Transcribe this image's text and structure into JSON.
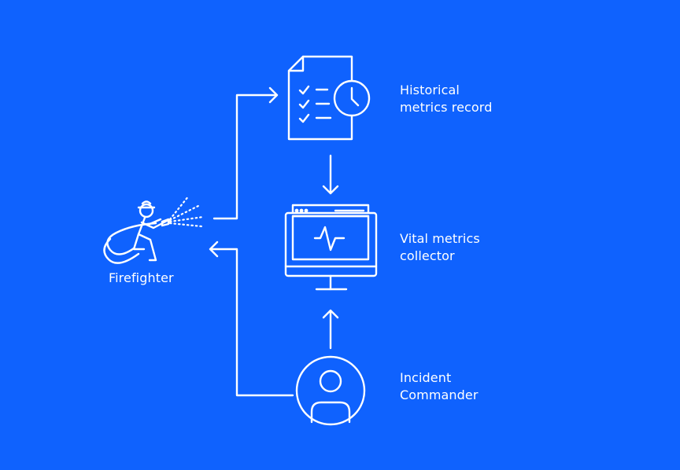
{
  "colors": {
    "background": "#0f62fe",
    "stroke": "#ffffff"
  },
  "nodes": {
    "historical": {
      "icon": "document-clock-icon",
      "label_line1": "Historical",
      "label_line2": "metrics record"
    },
    "collector": {
      "icon": "monitor-pulse-icon",
      "label_line1": "Vital metrics",
      "label_line2": "collector"
    },
    "commander": {
      "icon": "user-circle-icon",
      "label_line1": "Incident",
      "label_line2": "Commander"
    },
    "firefighter": {
      "icon": "firefighter-hose-icon",
      "label": "Firefighter"
    }
  },
  "connections": [
    {
      "from": "firefighter",
      "to": "historical"
    },
    {
      "from": "historical",
      "to": "collector"
    },
    {
      "from": "commander",
      "to": "collector"
    },
    {
      "from": "commander",
      "to": "firefighter"
    }
  ]
}
